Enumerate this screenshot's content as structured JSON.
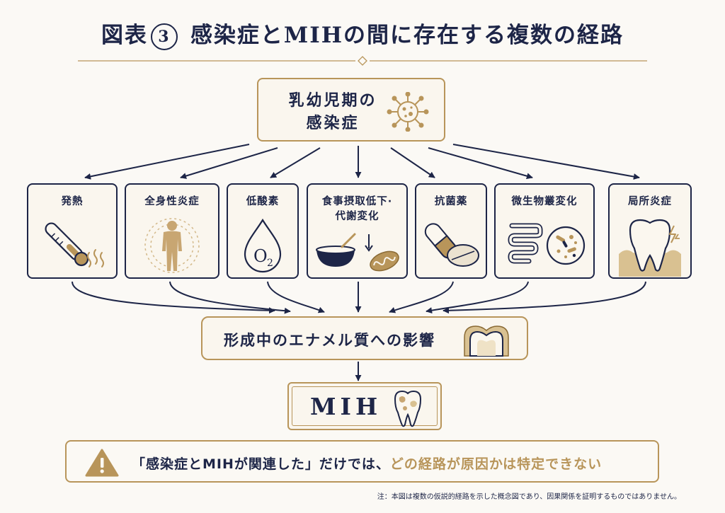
{
  "title": {
    "prefix": "図表",
    "number": "3",
    "text": "感染症とMIHの間に存在する複数の経路"
  },
  "root": {
    "line1": "乳幼児期の",
    "line2": "感染症",
    "icon": "virus-icon"
  },
  "causes": [
    {
      "label": "発熱",
      "icon": "thermometer-icon"
    },
    {
      "label": "全身性炎症",
      "icon": "human-body-icon"
    },
    {
      "label": "低酸素",
      "icon": "oxygen-drop-icon"
    },
    {
      "label1": "食事摂取低下·",
      "label2": "代謝変化",
      "icon": "bowl-mitochondria-icon"
    },
    {
      "label": "抗菌薬",
      "icon": "pill-icon"
    },
    {
      "label": "微生物叢変化",
      "icon": "microbiome-icon"
    },
    {
      "label": "局所炎症",
      "icon": "tooth-inflammation-icon"
    }
  ],
  "effect": {
    "label": "形成中のエナメル質への影響",
    "icon": "enamel-icon"
  },
  "outcome": {
    "label": "MIH",
    "icon": "tooth-icon"
  },
  "warning": {
    "part1": "「感染症とMIHが関連した」だけでは、",
    "part2": "どの経路が原因かは特定できない",
    "icon": "warning-icon"
  },
  "note": "注：本図は複数の仮説的経路を示した概念図であり、因果関係を証明するものではありません。",
  "colors": {
    "navy": "#1d2547",
    "gold": "#b8955a",
    "background": "#fbf9f5"
  }
}
